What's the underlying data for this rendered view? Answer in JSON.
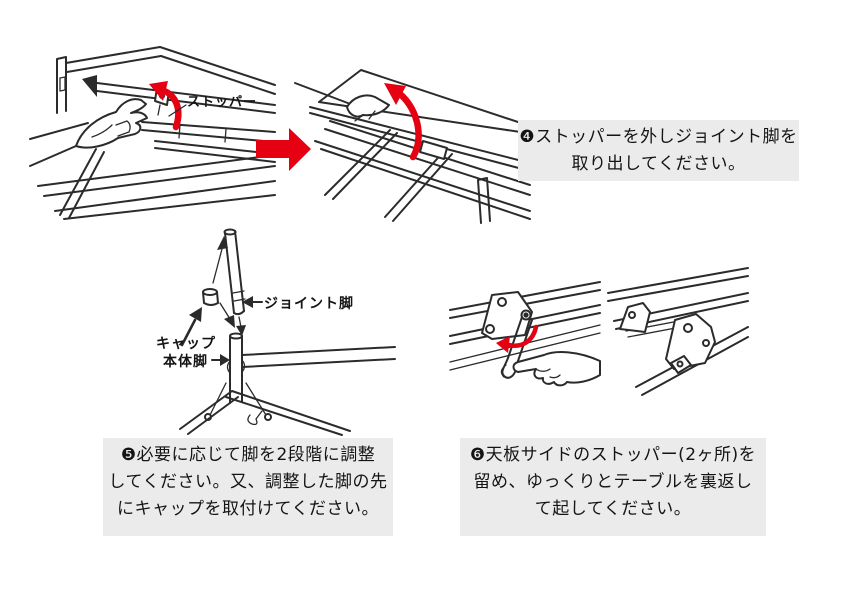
{
  "colors": {
    "accent_red": "#e50012",
    "ink": "#141414",
    "line": "#2b2b2b",
    "box_bg": "#ebebeb"
  },
  "panels": {
    "step4_before": {
      "stopper_label": "ストッパー"
    },
    "step5_diagram": {
      "joint_leg_label": "ジョイント脚",
      "cap_label": "キャップ",
      "body_leg_label": "本体脚"
    }
  },
  "instructions": {
    "step4": {
      "lines": [
        "❹ストッパーを外しジョイント脚を",
        "取り出してください。"
      ]
    },
    "step5": {
      "lines": [
        "❺必要に応じて脚を2段階に調整",
        "してください。又、調整した脚の先",
        "にキャップを取付けてください。"
      ]
    },
    "step6": {
      "lines": [
        "❻天板サイドのストッパー(2ヶ所)を",
        "留め、ゆっくりとテーブルを裏返し",
        "て起してください。"
      ]
    }
  }
}
